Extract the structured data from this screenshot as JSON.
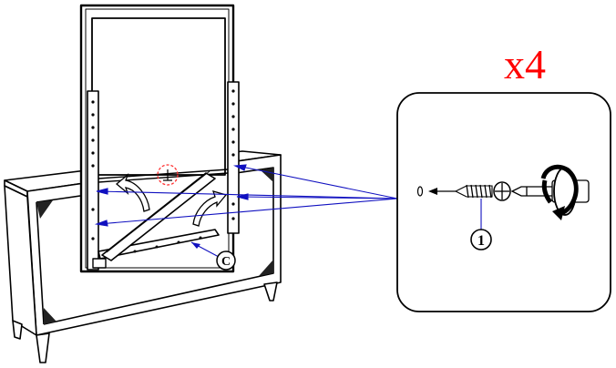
{
  "quantity_label": "x4",
  "part_callout": "1",
  "part_letter": "C",
  "colors": {
    "line": "#000000",
    "leader": "#1010c0",
    "quantity": "#ff0000",
    "mark": "#ff3030"
  },
  "icons": [
    "screw-icon",
    "screwdriver-icon",
    "rotate-clockwise-icon",
    "rotate-arrow-icon"
  ]
}
